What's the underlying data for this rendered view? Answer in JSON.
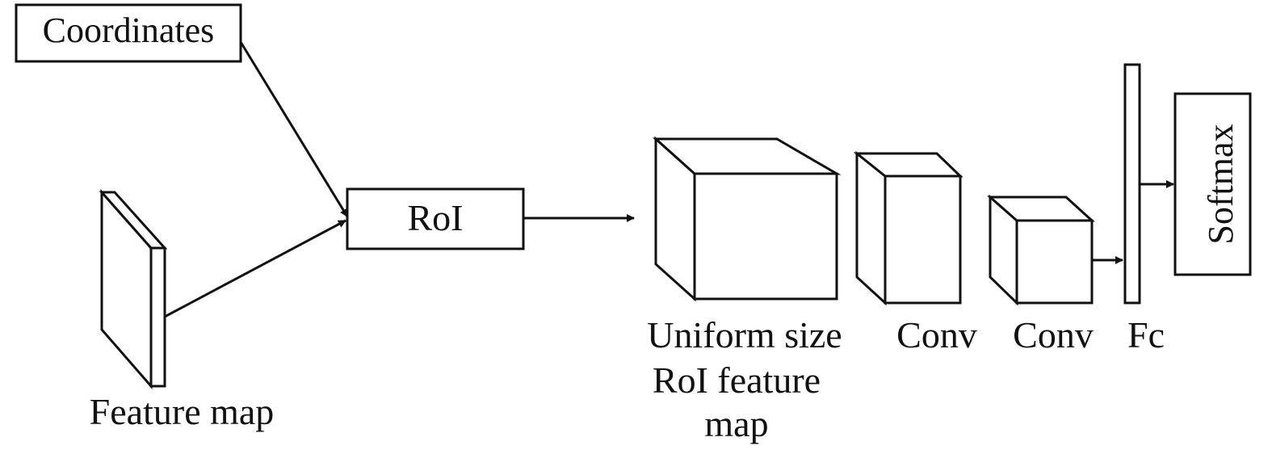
{
  "labels": {
    "coordinates": "Coordinates",
    "roi": "RoI",
    "feature_map": "Feature map",
    "uniform_line1": "Uniform size",
    "uniform_line2": "RoI feature",
    "uniform_line3": "map",
    "conv1": "Conv",
    "conv2": "Conv",
    "fc": "Fc",
    "softmax": "Softmax"
  },
  "colors": {
    "stroke": "#111111",
    "fill": "#ffffff"
  }
}
